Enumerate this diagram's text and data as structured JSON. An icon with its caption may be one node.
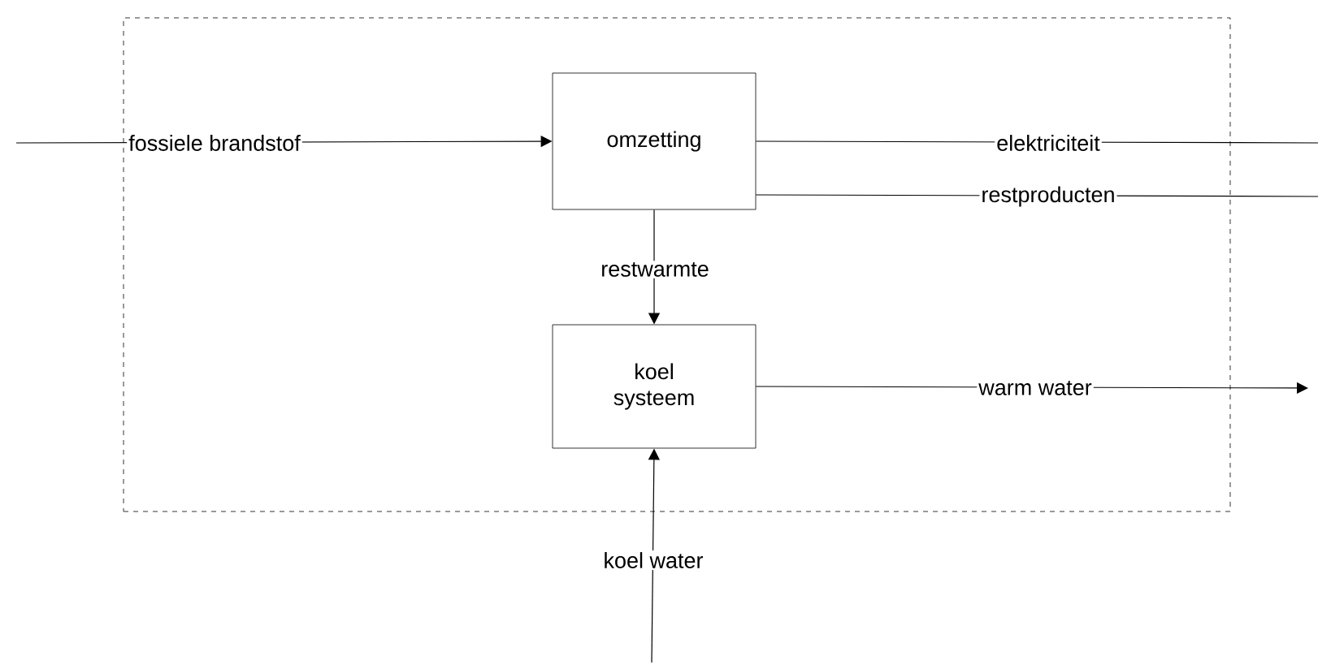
{
  "diagram": {
    "nodes": [
      {
        "text": [],
        "shape": "box"
      },
      {
        "text": [
          "omzetting"
        ],
        "in": 0
      },
      {
        "text": [
          "koel systeem"
        ],
        "in": 0
      }
    ],
    "edges": [
      {
        "from": null,
        "to": 1,
        "arrow": "to",
        "label": "fossiele brandstof"
      },
      {
        "from": 1,
        "to": null,
        "arrow": "none",
        "label": "elektriciteit"
      },
      {
        "from": 1,
        "to": null,
        "arrow": "none",
        "label": "restproducten"
      },
      {
        "from": 1,
        "to": 2,
        "arrow": "to",
        "label": "restwarmte"
      },
      {
        "from": 2,
        "to": null,
        "arrow": "to",
        "label": "warm water"
      },
      {
        "from": null,
        "to": 2,
        "arrow": "to",
        "label": "koel water"
      }
    ]
  }
}
